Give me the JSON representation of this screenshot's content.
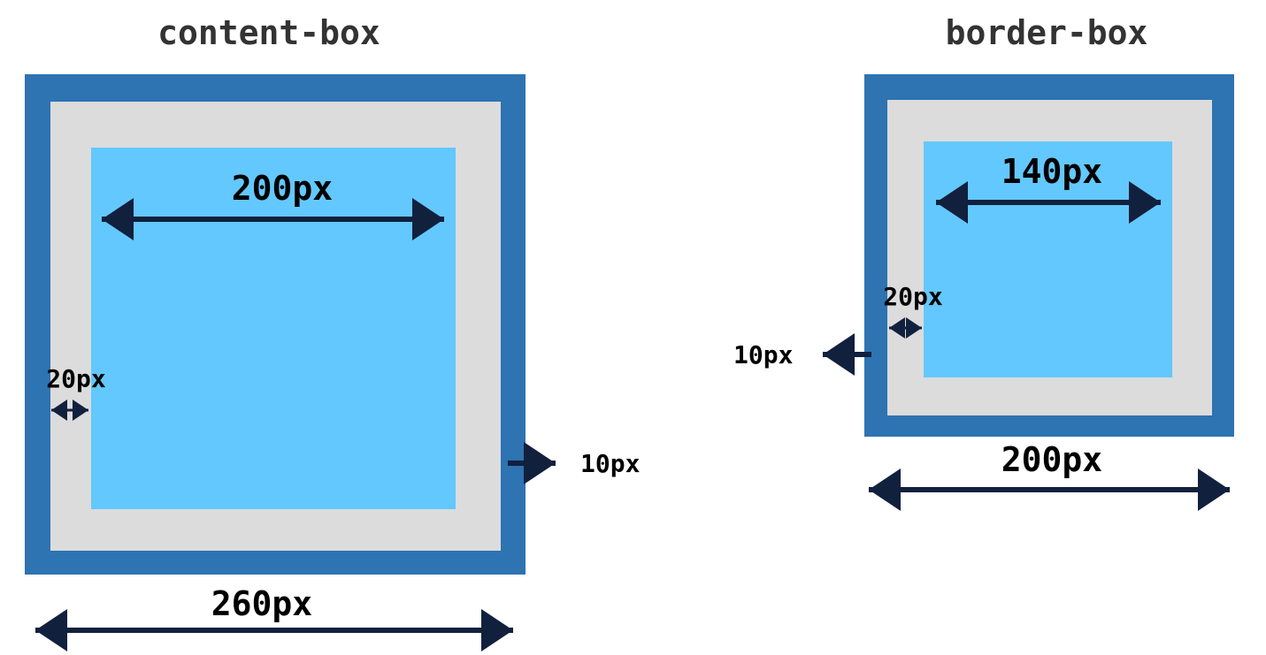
{
  "colors": {
    "border": "#2e73b2",
    "padding": "#dcdcdc",
    "content": "#63c8fd",
    "arrow": "#11203d",
    "title_text": "#333333",
    "label_text": "#000000"
  },
  "content_box": {
    "title": "content-box",
    "content_width_label": "200px",
    "padding_label": "20px",
    "border_label": "10px",
    "total_width_label": "260px"
  },
  "border_box": {
    "title": "border-box",
    "content_width_label": "140px",
    "padding_label": "20px",
    "border_label": "10px",
    "total_width_label": "200px"
  }
}
